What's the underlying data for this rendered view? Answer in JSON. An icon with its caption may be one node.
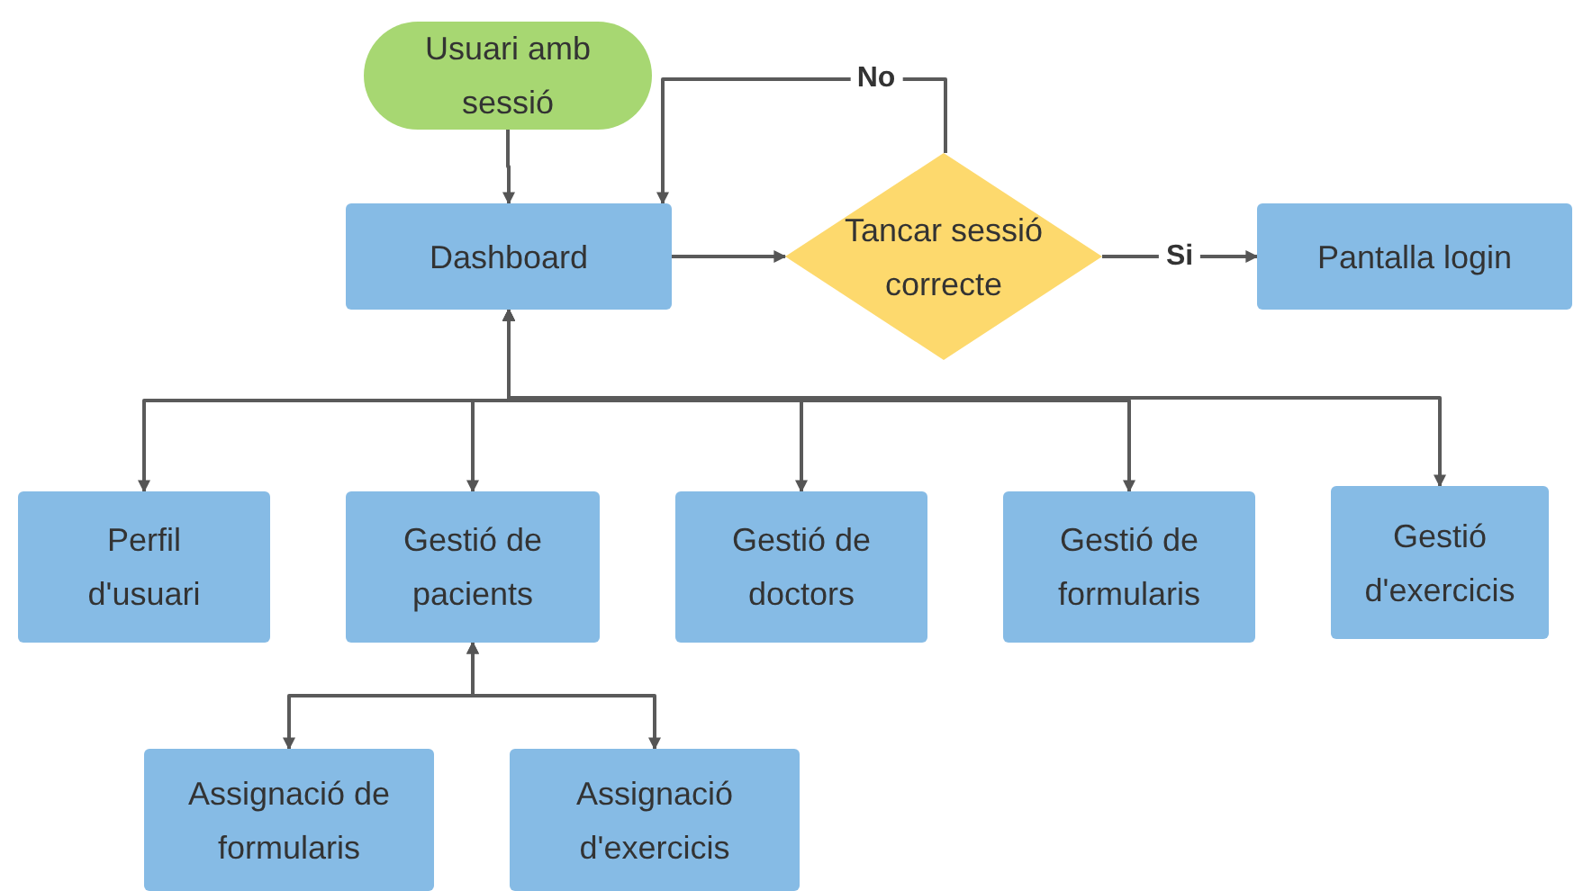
{
  "diagram": {
    "nodes": [
      {
        "text": [
          "Usuari amb sessió"
        ]
      },
      {
        "text": [
          "Dashboard"
        ]
      },
      {
        "text": [
          "Tancar sessió correcte"
        ]
      },
      {
        "text": [
          "Pantalla login"
        ]
      },
      {
        "text": [
          "Perfil d'usuari"
        ]
      },
      {
        "text": [
          "Gestió de pacients"
        ]
      },
      {
        "text": [
          "Gestió de doctors"
        ]
      },
      {
        "text": [
          "Gestió de formularis"
        ]
      },
      {
        "text": [
          "Gestió d'exercicis"
        ]
      },
      {
        "text": [
          "Assignació de formularis"
        ]
      },
      {
        "text": [
          "Assignació d'exercicis"
        ]
      }
    ],
    "edges": [
      {
        "from": 0,
        "to": 1,
        "arrow": "to"
      },
      {
        "from": 1,
        "to": 2,
        "arrow": "to"
      },
      {
        "from": 2,
        "to": 3,
        "arrow": "to",
        "label": "Si"
      },
      {
        "from": 2,
        "to": 1,
        "arrow": "to",
        "label": "No"
      },
      {
        "from": 1,
        "to": 4,
        "arrow": "both"
      },
      {
        "from": 1,
        "to": 5,
        "arrow": "both"
      },
      {
        "from": 1,
        "to": 6,
        "arrow": "both"
      },
      {
        "from": 1,
        "to": 7,
        "arrow": "both"
      },
      {
        "from": 1,
        "to": 8,
        "arrow": "both"
      },
      {
        "from": 5,
        "to": 9,
        "arrow": "both"
      },
      {
        "from": 5,
        "to": 10,
        "arrow": "both"
      }
    ]
  }
}
